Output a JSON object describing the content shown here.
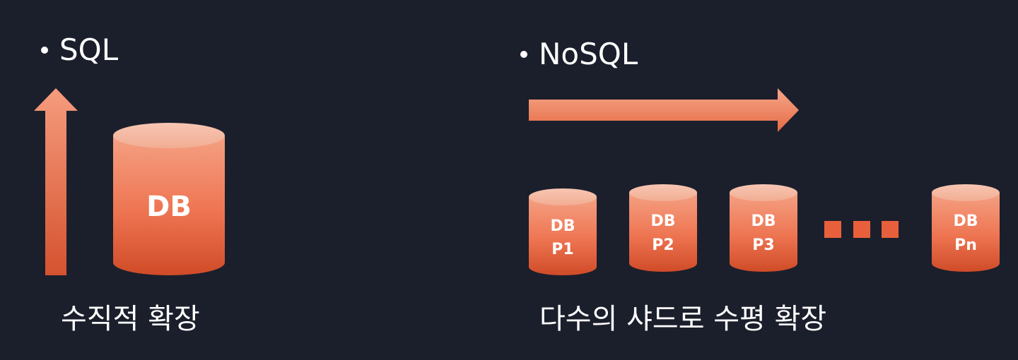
{
  "sql": {
    "title": "SQL",
    "db_label": "DB",
    "caption": "수직적 확장"
  },
  "nosql": {
    "title": "NoSQL",
    "shards": [
      {
        "line1": "DB",
        "line2": "P1"
      },
      {
        "line1": "DB",
        "line2": "P2"
      },
      {
        "line1": "DB",
        "line2": "P3"
      },
      {
        "line1": "DB",
        "line2": "Pn"
      }
    ],
    "caption": "다수의 샤드로 수평 확장"
  },
  "colors": {
    "background": "#1b1f2c",
    "accent_light": "#f4b59c",
    "accent": "#ef7a55",
    "accent_dark": "#cf4a28",
    "text": "#ffffff"
  }
}
